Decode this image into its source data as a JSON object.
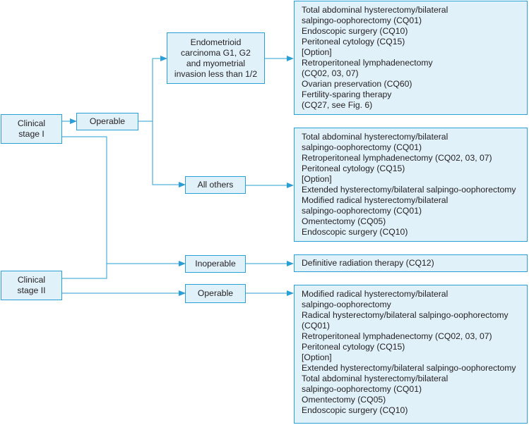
{
  "colors": {
    "border": "#2a9fd6",
    "fill": "#e1f1fa",
    "connector": "#2a9fd6",
    "text": "#231f20"
  },
  "nodes": {
    "stage1": {
      "lines": [
        "Clinical",
        "stage I"
      ]
    },
    "stage2": {
      "lines": [
        "Clinical",
        "stage II"
      ]
    },
    "operable1": {
      "label": "Operable"
    },
    "endometrioid": {
      "lines": [
        "Endometrioid",
        "carcinoma G1, G2",
        "and myometrial",
        "invasion less than 1/2"
      ]
    },
    "all_others": {
      "label": "All others"
    },
    "inoperable": {
      "label": "Inoperable"
    },
    "operable2": {
      "label": "Operable"
    },
    "treat_endometrioid": {
      "lines": [
        "Total abdominal hysterectomy/bilateral",
        "salpingo-oophorectomy (CQ01)",
        "Endoscopic surgery (CQ10)",
        "Peritoneal cytology (CQ15)",
        "[Option]",
        "Retroperitoneal lymphadenectomy",
        "(CQ02, 03, 07)",
        "Ovarian preservation (CQ60)",
        "Fertility-sparing therapy",
        "(CQ27, see Fig. 6)"
      ]
    },
    "treat_all_others": {
      "lines": [
        "Total abdominal hysterectomy/bilateral",
        "salpingo-oophorectomy (CQ01)",
        "Retroperitoneal lymphadenectomy (CQ02, 03, 07)",
        "Peritoneal cytology (CQ15)",
        "[Option]",
        "Extended hysterectomy/bilateral salpingo-oophorectomy",
        "Modified radical hysterectomy/bilateral",
        "salpingo-oophorectomy (CQ01)",
        "Omentectomy (CQ05)",
        "Endoscopic surgery (CQ10)"
      ]
    },
    "treat_inoperable": {
      "label": "Definitive radiation therapy (CQ12)"
    },
    "treat_stage2": {
      "lines": [
        "Modified radical hysterectomy/bilateral",
        "salpingo-oophorectomy",
        "Radical hysterectomy/bilateral salpingo-oophorectomy",
        "(CQ01)",
        "Retroperitoneal lymphadenectomy (CQ02, 03, 07)",
        "Peritoneal cytology (CQ15)",
        "[Option]",
        "Extended hysterectomy/bilateral salpingo-oophorectomy",
        "Total abdominal hysterectomy/bilateral",
        "salpingo-oophorectomy (CQ01)",
        "Omentectomy (CQ05)",
        "Endoscopic surgery (CQ10)"
      ]
    }
  }
}
